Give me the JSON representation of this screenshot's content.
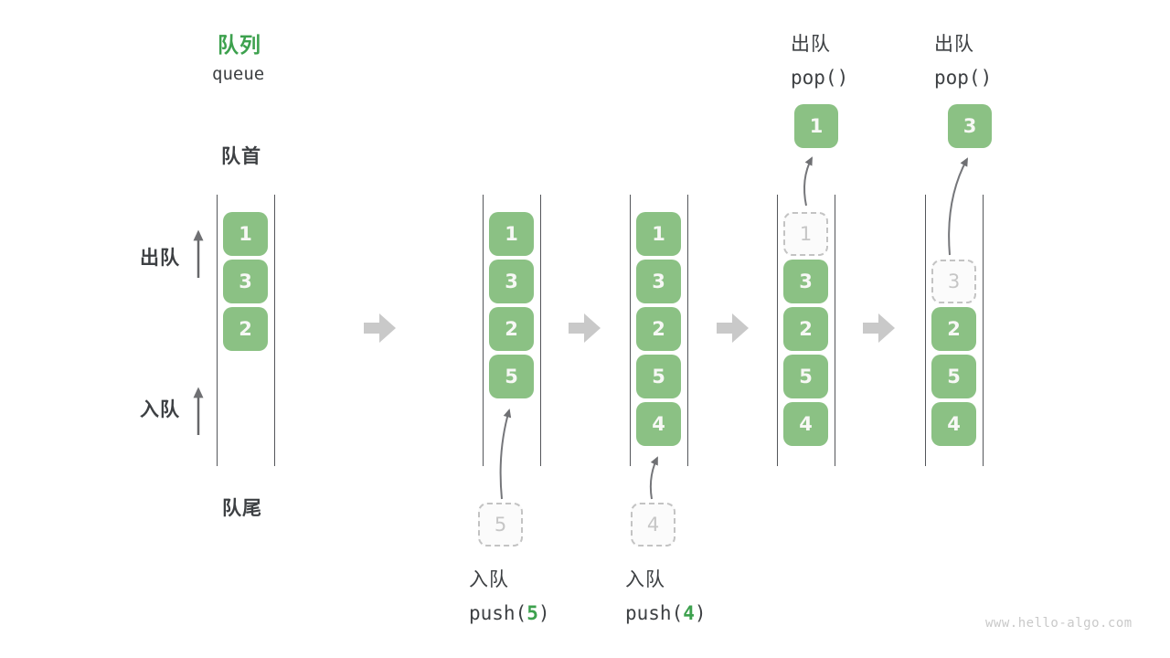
{
  "header": {
    "title_zh": "队列",
    "title_en": "queue"
  },
  "labels": {
    "front": "队首",
    "rear": "队尾",
    "dequeue_side": "出队",
    "enqueue_side": "入队"
  },
  "states": {
    "s1": {
      "cells": [
        "1",
        "3",
        "2"
      ]
    },
    "s2": {
      "cells": [
        "1",
        "3",
        "2",
        "5"
      ],
      "pending": "5"
    },
    "s3": {
      "cells": [
        "1",
        "3",
        "2",
        "5",
        "4"
      ],
      "pending": "4"
    },
    "s4": {
      "ghost": "1",
      "cells": [
        "3",
        "2",
        "5",
        "4"
      ],
      "popped": "1"
    },
    "s5": {
      "ghost": "3",
      "cells": [
        "2",
        "5",
        "4"
      ],
      "popped": "3"
    }
  },
  "operations": {
    "push5": {
      "label": "入队",
      "code_fn": "push(",
      "code_arg": "5",
      "code_close": ")"
    },
    "push4": {
      "label": "入队",
      "code_fn": "push(",
      "code_arg": "4",
      "code_close": ")"
    },
    "pop1": {
      "label": "出队",
      "code": "pop()"
    },
    "pop2": {
      "label": "出队",
      "code": "pop()"
    }
  },
  "colors": {
    "accent_green": "#3da14e",
    "box_green": "#8bc184",
    "dark_text": "#3d4043",
    "muted_gray": "#c9c9c9"
  },
  "watermark": "www.hello-algo.com"
}
